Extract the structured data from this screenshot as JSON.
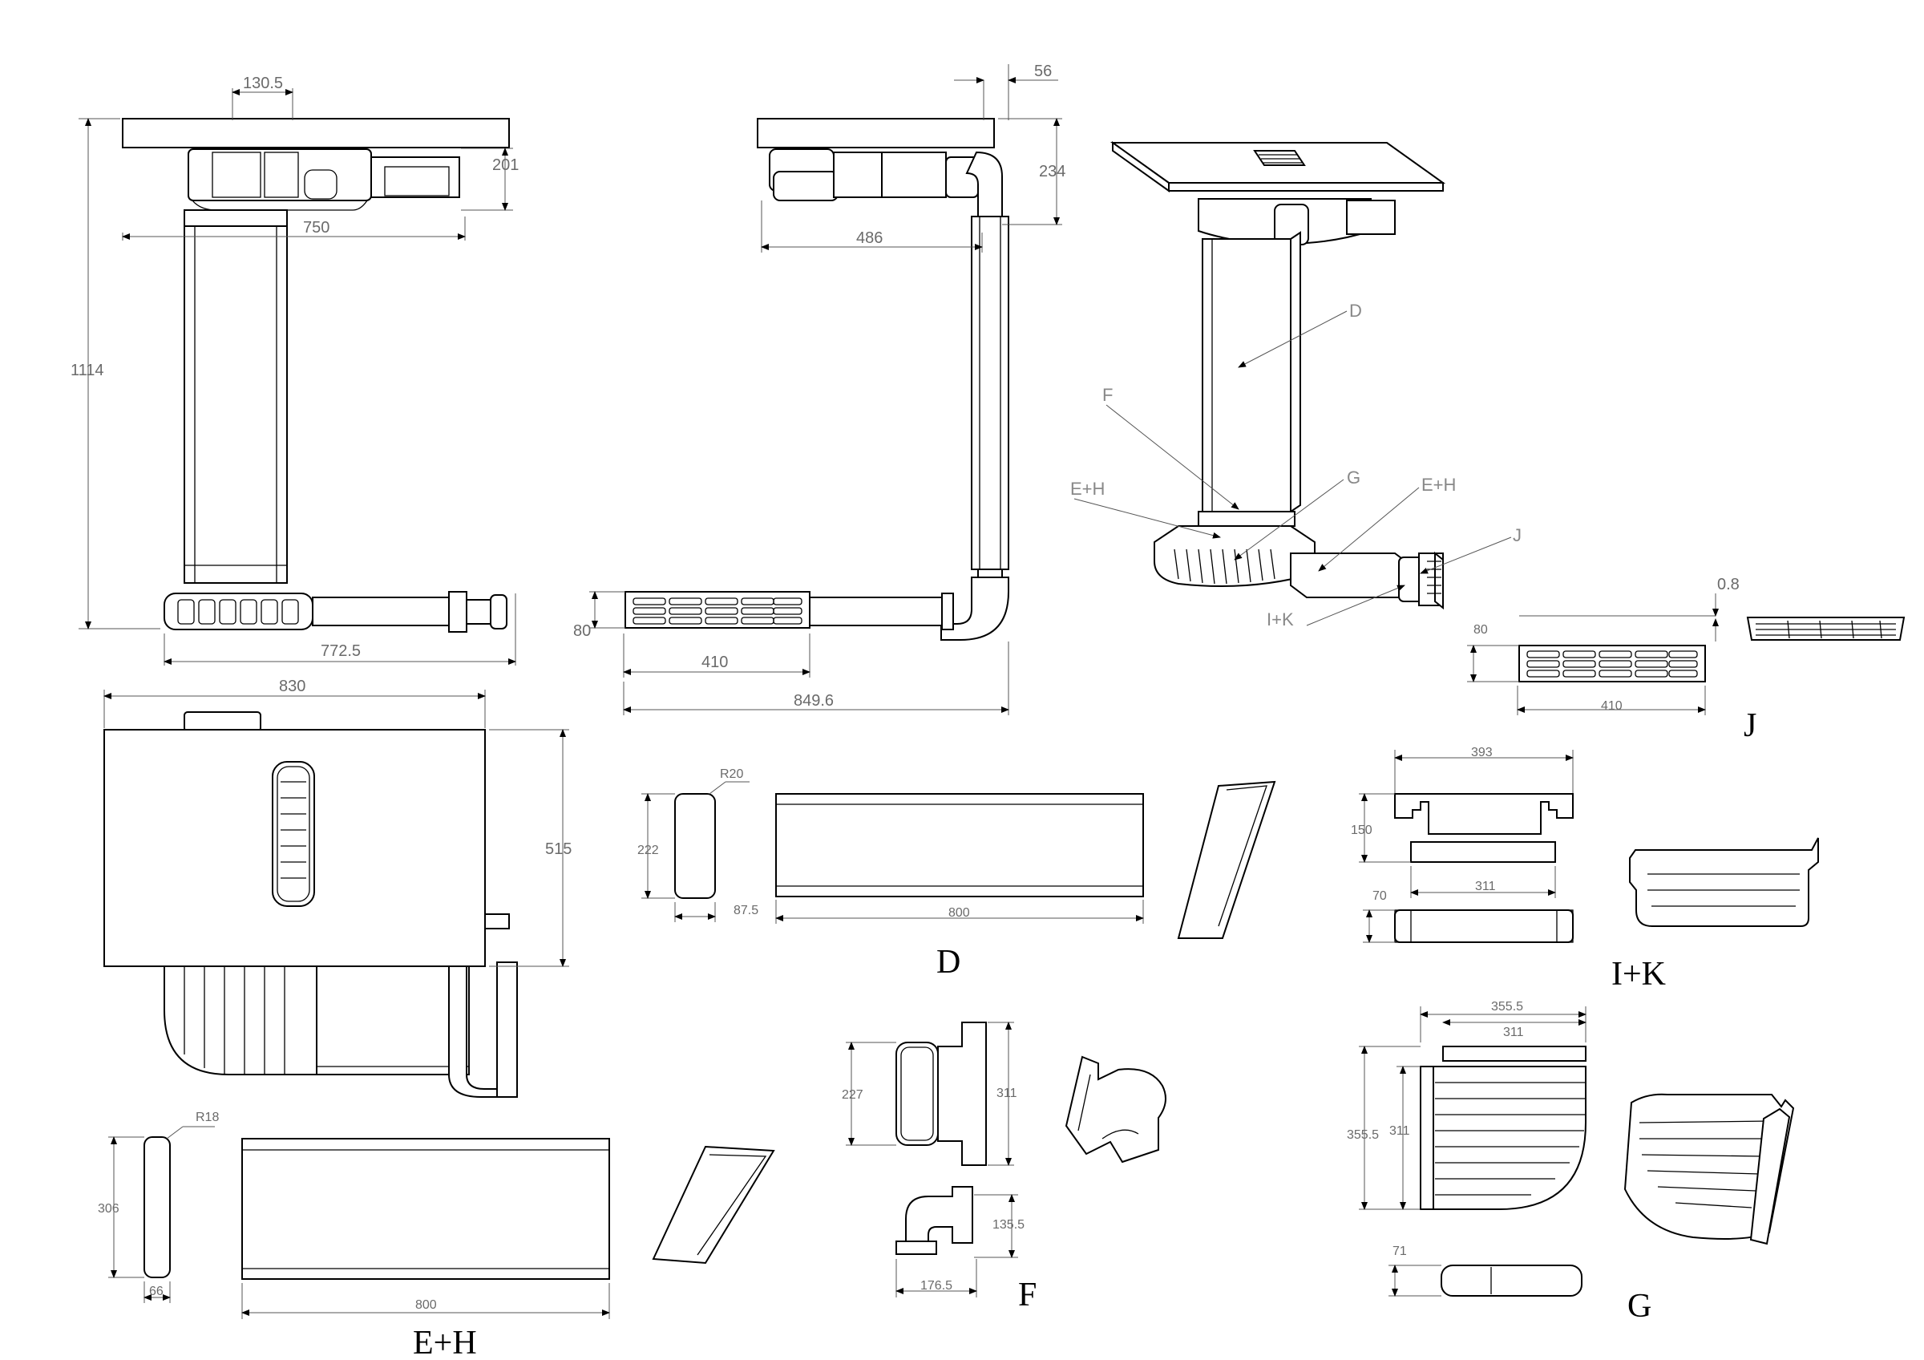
{
  "dimensions": {
    "side_width_top": "130.5",
    "side_height_top": "201",
    "side_width": "750",
    "side_total_height": "1114",
    "side_bottom": "772.5",
    "front_offset": "56",
    "front_height": "234",
    "front_width": "486",
    "front_grille_height": "80",
    "front_grille_width": "410",
    "front_total": "849.6",
    "iso_thickness": "0.8",
    "j_height": "80",
    "j_width": "410",
    "plan_width": "830",
    "plan_depth": "515",
    "d_radius": "R20",
    "d_height": "222",
    "d_width": "87.5",
    "d_length": "800",
    "ik_top": "393",
    "ik_height": "150",
    "ik_inner": "311",
    "ik_small": "70",
    "eh_radius": "R18",
    "eh_height": "306",
    "eh_width": "66",
    "eh_length": "800",
    "f_height1": "227",
    "f_height2": "311",
    "f_height3": "135.5",
    "f_width": "176.5",
    "g_outer": "355.5",
    "g_inner": "311",
    "g_side_outer": "355.5",
    "g_side_inner": "311",
    "g_small": "71"
  },
  "callouts": {
    "d": "D",
    "f": "F",
    "eh1": "E+H",
    "g": "G",
    "eh2": "E+H",
    "j": "J",
    "ik": "I+K"
  },
  "captions": {
    "j": "J",
    "d": "D",
    "ik": "I+K",
    "eh": "E+H",
    "f": "F",
    "g": "G"
  }
}
